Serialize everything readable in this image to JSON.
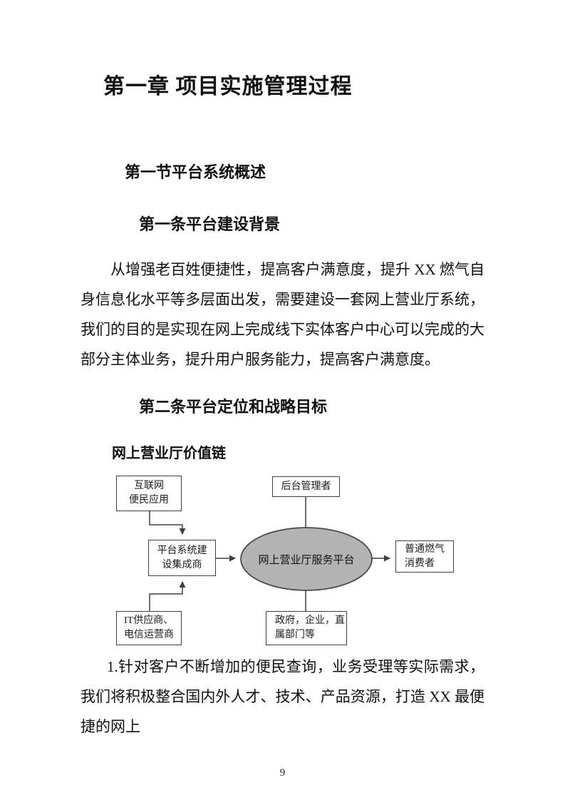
{
  "page": {
    "chapter_title": "第一章 项目实施管理过程",
    "section_heading": "第一节平台系统概述",
    "article1_heading": "第一条平台建设背景",
    "paragraph1": "从增强老百姓便捷性，提高客户满意度，提升 XX 燃气自身信息化水平等多层面出发，需要建设一套网上营业厅系统，我们的目的是实现在网上完成线下实体客户中心可以完成的大部分主体业务，提升用户服务能力，提高客户满意度。",
    "article2_heading": "第二条平台定位和战略目标",
    "diagram_caption": "网上营业厅价值链",
    "paragraph2": "1.针对客户不断增加的便民查询，业务受理等实际需求，我们将积极整合国内外人才、技术、产品资源，打造 XX 最便捷的网上",
    "page_number": "9"
  },
  "diagram": {
    "nodes": {
      "internet_app": "互联网\n便民应用",
      "backend_manager": "后台管理者",
      "platform_integrator": "平台系统建\n设集成商",
      "service_platform": "网上营业厅服务平台",
      "gas_consumer": "普通燃气\n消费者",
      "it_supplier": "IT供应商、\n电信运营商",
      "government": "政府，企业，直\n属部门等"
    },
    "colors": {
      "ellipse_fill": "#b3b3b3",
      "ellipse_stroke": "#4a4a4a",
      "line": "#3f3f3f"
    }
  }
}
